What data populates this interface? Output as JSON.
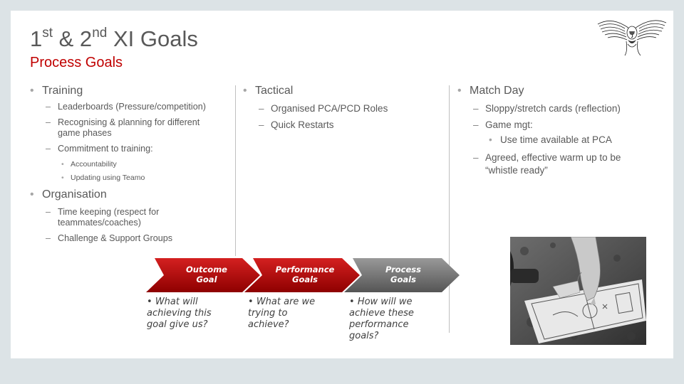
{
  "slide": {
    "title_parts": [
      "1",
      "st",
      " & 2",
      "nd",
      " XI Goals"
    ],
    "subtitle": "Process Goals"
  },
  "columns": [
    {
      "heading": "Training",
      "items": [
        {
          "text": "Leaderboards (Pressure/competition)"
        },
        {
          "text": "Recognising & planning for different game phases"
        },
        {
          "text": "Commitment to training:",
          "sub": [
            "Accountability",
            "Updating using Teamo"
          ]
        }
      ],
      "heading2": "Organisation",
      "items2": [
        {
          "text": "Time keeping (respect for teammates/coaches)"
        },
        {
          "text": "Challenge & Support Groups"
        }
      ]
    },
    {
      "heading": "Tactical",
      "items": [
        {
          "text": "Organised PCA/PCD Roles"
        },
        {
          "text": "Quick Restarts"
        }
      ]
    },
    {
      "heading": "Match Day",
      "items": [
        {
          "text": "Sloppy/stretch cards (reflection)"
        },
        {
          "text": "Game mgt:",
          "sub": [
            "Use time available at PCA"
          ]
        },
        {
          "text": "Agreed, effective warm up to be “whistle ready”"
        }
      ]
    }
  ],
  "chevrons": [
    {
      "line1": "Outcome",
      "line2": "Goal",
      "color": "#c00000",
      "question": "What will achieving this goal give us?"
    },
    {
      "line1": "Performance",
      "line2": "Goals",
      "color": "#c00000",
      "question": "What are we trying to achieve?"
    },
    {
      "line1": "Process",
      "line2": "Goals",
      "color": "#7f7f7f",
      "question": "How will we achieve these performance goals?"
    }
  ],
  "colors": {
    "accent": "#c00000",
    "text": "#595959",
    "bullet": "#a6a6a6",
    "background": "#dce3e6"
  }
}
